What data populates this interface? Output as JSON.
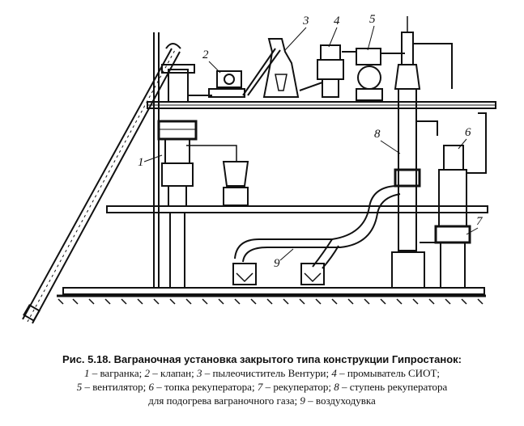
{
  "figure": {
    "labels": [
      {
        "id": "l1",
        "text": "1"
      },
      {
        "id": "l2",
        "text": "2"
      },
      {
        "id": "l3",
        "text": "3"
      },
      {
        "id": "l4",
        "text": "4"
      },
      {
        "id": "l5",
        "text": "5"
      },
      {
        "id": "l6",
        "text": "6"
      },
      {
        "id": "l7",
        "text": "7"
      },
      {
        "id": "l8",
        "text": "8"
      },
      {
        "id": "l9",
        "text": "9"
      }
    ]
  },
  "caption": {
    "title": "Рис. 5.18. Ваграночная установка закрытого типа конструкции Гипростанок:",
    "items": [
      {
        "num": "1",
        "text": " – вагранка; "
      },
      {
        "num": "2",
        "text": " – клапан; "
      },
      {
        "num": "3",
        "text": " – пылеочиститель Вентури; "
      },
      {
        "num": "4",
        "text": " – промыватель СИОТ;"
      },
      {
        "num": "5",
        "text": " – вентилятор; "
      },
      {
        "num": "6",
        "text": " – топка рекуператора; "
      },
      {
        "num": "7",
        "text": " – рекуператор; "
      },
      {
        "num": "8",
        "text": " – ступень рекуператора"
      },
      {
        "num": "",
        "text": "для подогрева ваграночного газа; "
      },
      {
        "num": "9",
        "text": " – воздуходувка"
      }
    ]
  }
}
